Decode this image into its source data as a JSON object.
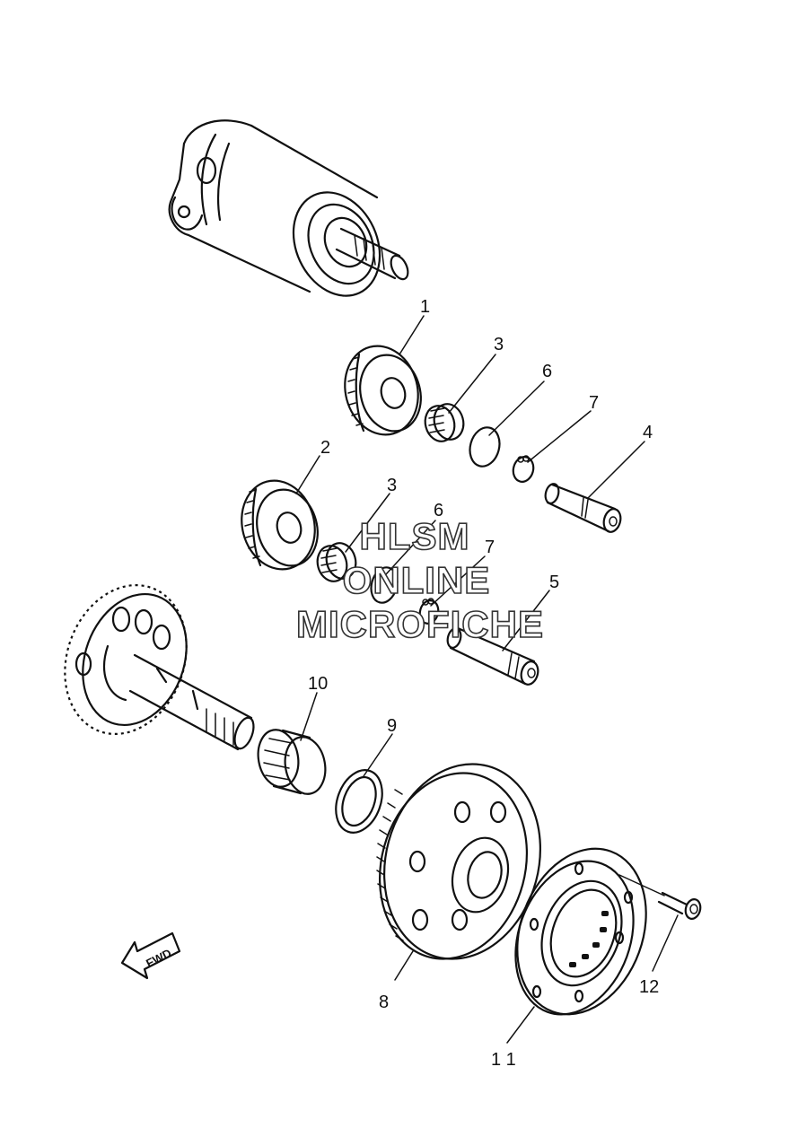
{
  "callouts": {
    "c1": "1",
    "c2": "2",
    "c3a": "3",
    "c3b": "3",
    "c4": "4",
    "c5": "5",
    "c6a": "6",
    "c6b": "6",
    "c7a": "7",
    "c7b": "7",
    "c8": "8",
    "c9": "9",
    "c10": "10",
    "c11": "1 1",
    "c12": "12"
  },
  "direction_arrow": {
    "label": "FWD"
  },
  "watermark": {
    "line1": "HLSM",
    "line2": "ONLINE",
    "line3": "MICROFICHE"
  }
}
